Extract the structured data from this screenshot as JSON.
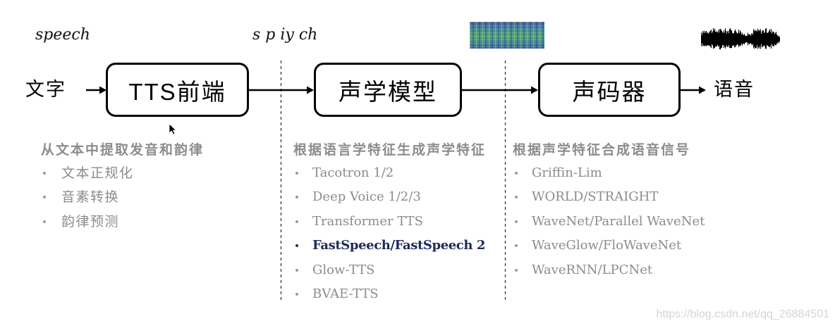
{
  "annotations": {
    "text_label": "speech",
    "phoneme_label": "s p iy ch"
  },
  "pipeline": {
    "input": "文字",
    "stages": [
      {
        "label": "TTS前端"
      },
      {
        "label": "声学模型"
      },
      {
        "label": "声码器"
      }
    ],
    "output": "语音"
  },
  "columns": [
    {
      "heading": "从文本中提取发音和韵律",
      "items": [
        {
          "text": "文本正规化"
        },
        {
          "text": "音素转换"
        },
        {
          "text": "韵律预测"
        }
      ]
    },
    {
      "heading": "根据语言学特征生成声学特征",
      "items": [
        {
          "text": "Tacotron 1/2"
        },
        {
          "text": "Deep Voice 1/2/3"
        },
        {
          "text": "Transformer TTS"
        },
        {
          "text": "FastSpeech/FastSpeech 2",
          "highlight": true
        },
        {
          "text": "Glow-TTS"
        },
        {
          "text": "BVAE-TTS"
        }
      ]
    },
    {
      "heading": "根据声学特征合成语音信号",
      "items": [
        {
          "text": "Griffin-Lim"
        },
        {
          "text": "WORLD/STRAIGHT"
        },
        {
          "text": "WaveNet/Parallel WaveNet"
        },
        {
          "text": "WaveGlow/FloWaveNet"
        },
        {
          "text": "WaveRNN/LPCNet"
        }
      ]
    }
  ],
  "icons": {
    "spectrogram": "mel-spectrogram-icon",
    "waveform": "audio-waveform-icon",
    "cursor": "mouse-pointer-icon"
  },
  "colors": {
    "ink": "#000000",
    "muted": "#8c8c8c",
    "highlight": "#1f2a5c",
    "watermark": "#d4d4d4"
  },
  "watermark": "https://blog.csdn.net/qq_26884501"
}
